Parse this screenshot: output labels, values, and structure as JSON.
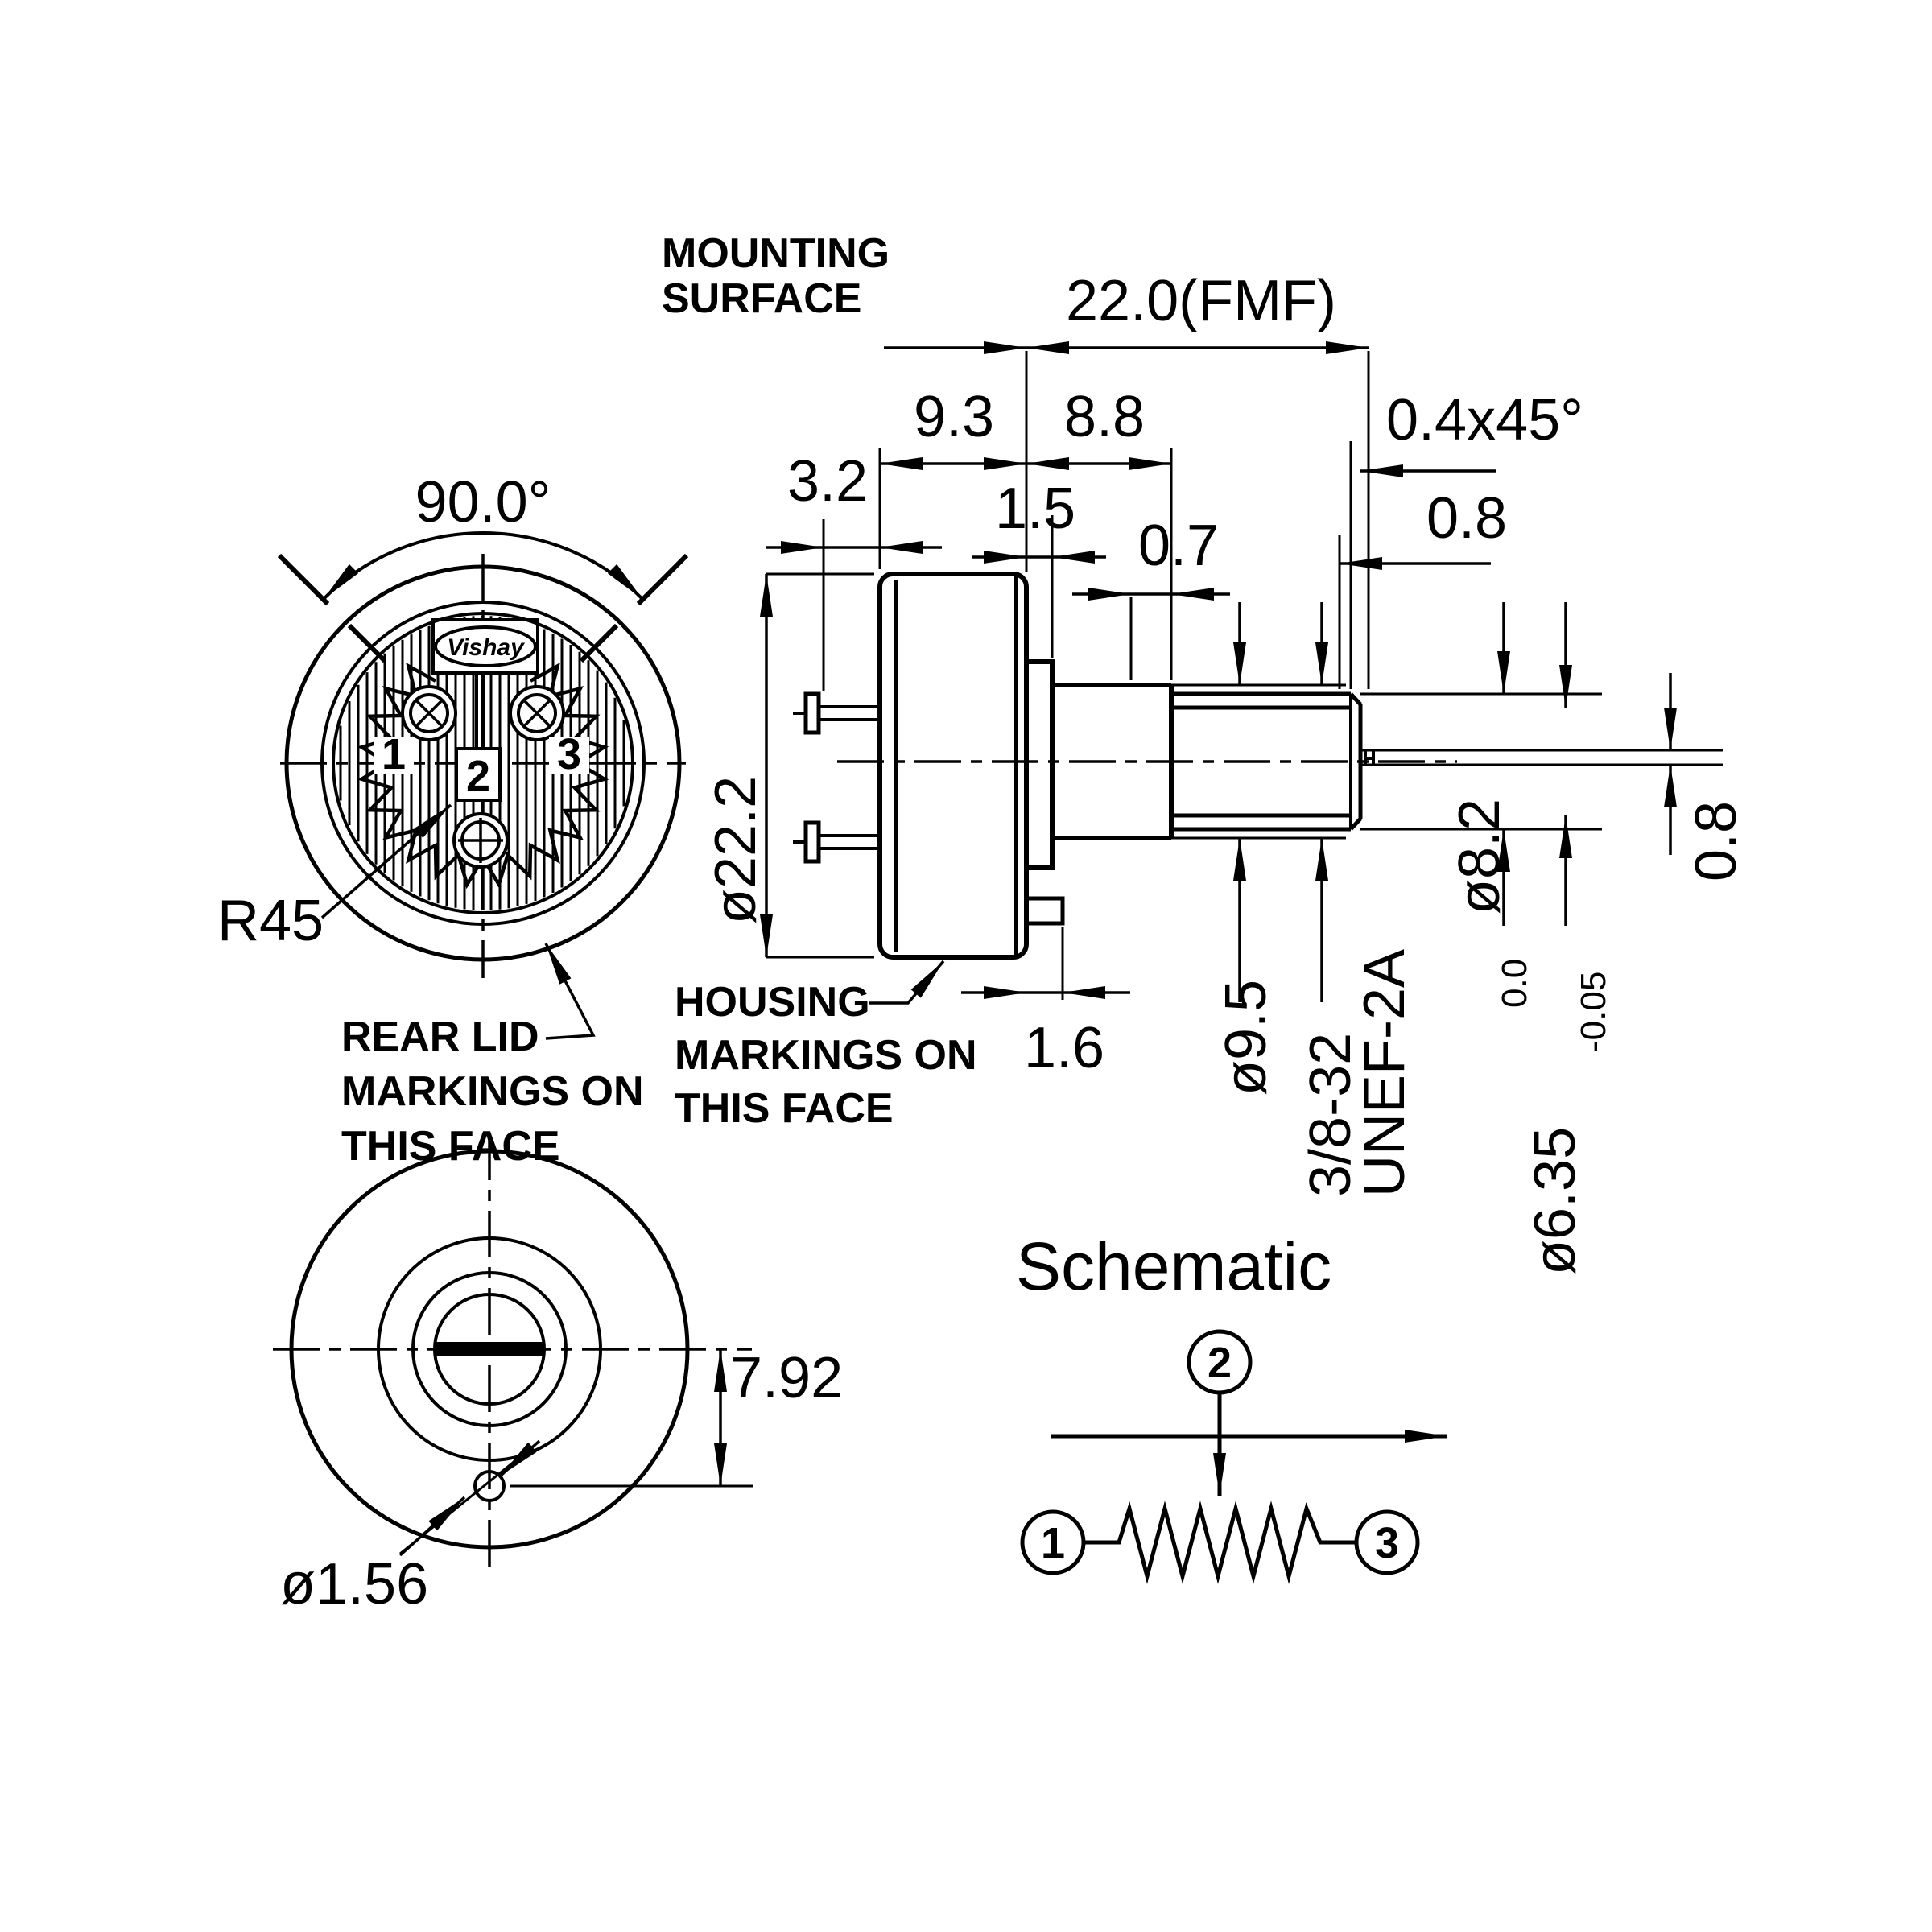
{
  "rear": {
    "angle": "90.0°",
    "brand": "Vishay",
    "t1": "1",
    "t2": "2",
    "t3": "3",
    "radius": "R45",
    "note1": "REAR LID",
    "note2": "MARKINGS ON",
    "note3": "THIS FACE"
  },
  "side": {
    "mount1": "MOUNTING",
    "mount2": "SURFACE",
    "overall": "22.0(FMF)",
    "d93": "9.3",
    "d88": "8.8",
    "d32": "3.2",
    "d15": "1.5",
    "d07": "0.7",
    "chamfer": "0.4x45°",
    "d08top": "0.8",
    "dia82": "ø8.2",
    "d08slot": "0.8",
    "dia222": "ø22.2",
    "dia95": "ø9.5",
    "thread1": "3/8-32",
    "thread2": "UNEF-2A",
    "dia635": "ø6.35",
    "tolhi": "0.0",
    "tollo": "-0.05",
    "d16": "1.6",
    "note1": "HOUSING",
    "note2": "MARKINGS ON",
    "note3": "THIS FACE"
  },
  "front": {
    "d792": "7.92",
    "hole": "ø1.56"
  },
  "schem": {
    "title": "Schematic",
    "t1": "1",
    "t2": "2",
    "t3": "3"
  }
}
